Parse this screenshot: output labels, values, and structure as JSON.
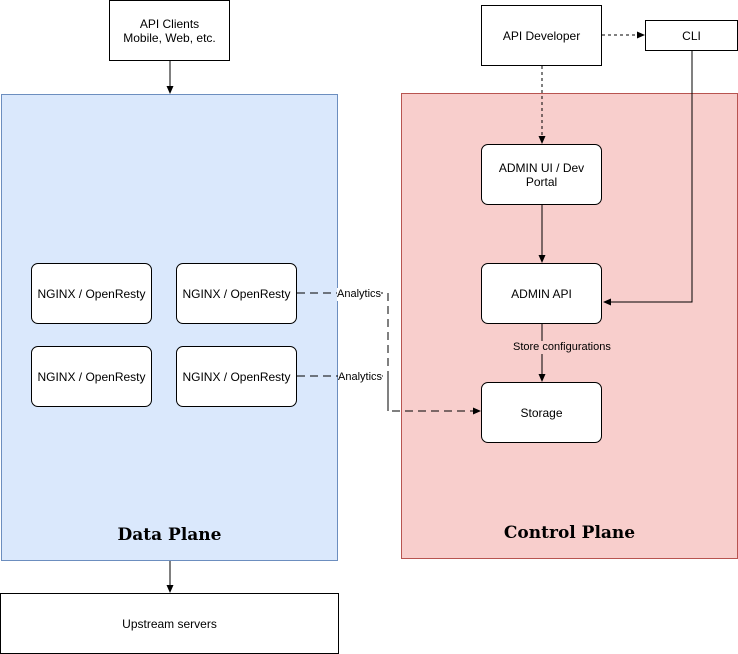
{
  "api_clients": {
    "label": "API Clients\nMobile, Web, etc."
  },
  "api_developer": {
    "label": "API Developer"
  },
  "cli": {
    "label": "CLI"
  },
  "data_plane": {
    "title": "Data Plane",
    "nodes": [
      "NGINX / OpenResty",
      "NGINX / OpenResty",
      "NGINX / OpenResty",
      "NGINX / OpenResty"
    ],
    "color": "#dae8fc"
  },
  "control_plane": {
    "title": "Control Plane",
    "admin_ui": "ADMIN UI / Dev\nPortal",
    "admin_api": "ADMIN API",
    "storage": "Storage",
    "color": "#f8cecc"
  },
  "upstream": {
    "label": "Upstream servers"
  },
  "edges": {
    "analytics_1": "Analytics",
    "analytics_2": "Analytics",
    "store_configurations": "Store configurations"
  }
}
